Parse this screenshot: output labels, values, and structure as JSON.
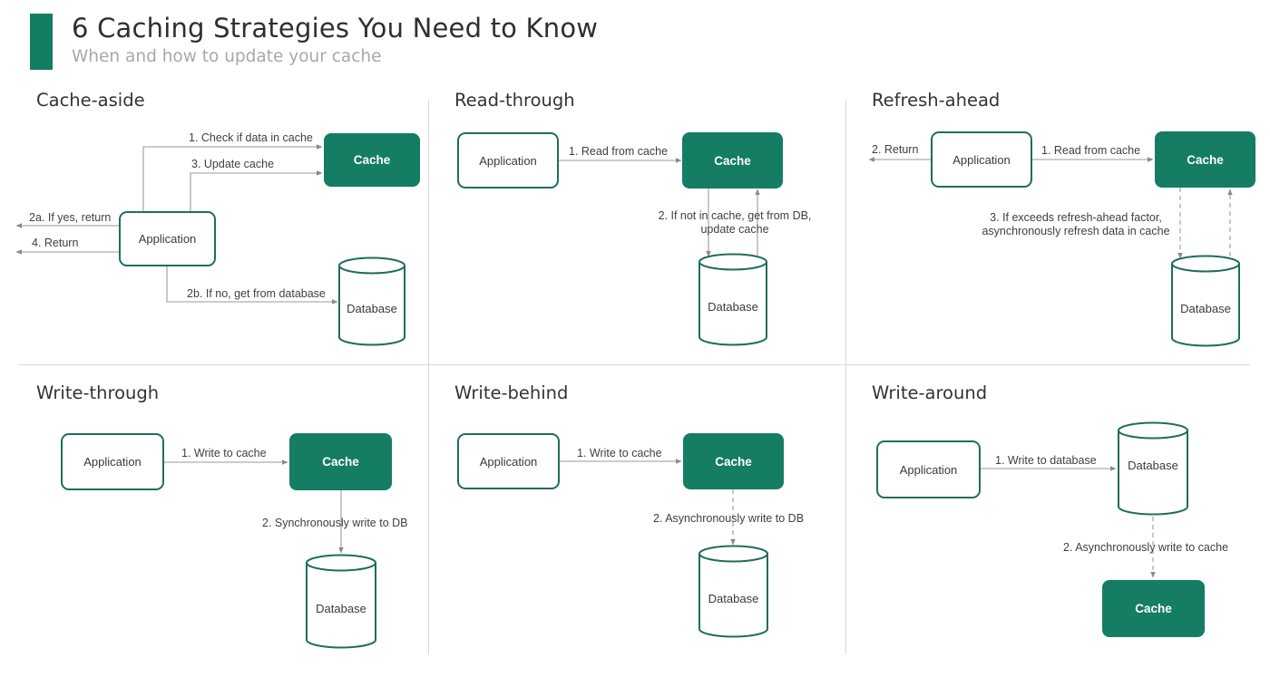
{
  "header": {
    "title": "6 Caching Strategies You Need to Know",
    "subtitle": "When and how to update your cache",
    "accent_color": "#147d64"
  },
  "colors": {
    "cache_fill": "#147d64",
    "node_border": "#1e6e5c",
    "arrow": "#9a9a9a",
    "divider": "#d8d8d8",
    "title_text": "#2f2f2f",
    "subtitle_text": "#a8a8a8"
  },
  "panels": {
    "cache_aside": {
      "title": "Cache-aside",
      "nodes": {
        "application": "Application",
        "cache": "Cache",
        "database": "Database"
      },
      "steps": {
        "s1": "1. Check if data in cache",
        "s3": "3. Update cache",
        "s2a": "2a. If yes, return",
        "s4": "4. Return",
        "s2b": "2b. If no, get from database"
      }
    },
    "read_through": {
      "title": "Read-through",
      "nodes": {
        "application": "Application",
        "cache": "Cache",
        "database": "Database"
      },
      "steps": {
        "s1": "1. Read from cache",
        "s2_line1": "2. If not in cache, get from DB,",
        "s2_line2": "update cache"
      }
    },
    "refresh_ahead": {
      "title": "Refresh-ahead",
      "nodes": {
        "application": "Application",
        "cache": "Cache",
        "database": "Database"
      },
      "steps": {
        "s2": "2. Return",
        "s1": "1. Read from cache",
        "s3_line1": "3. If exceeds refresh-ahead factor,",
        "s3_line2": "asynchronously refresh data in cache"
      }
    },
    "write_through": {
      "title": "Write-through",
      "nodes": {
        "application": "Application",
        "cache": "Cache",
        "database": "Database"
      },
      "steps": {
        "s1": "1. Write to cache",
        "s2": "2. Synchronously write to DB"
      }
    },
    "write_behind": {
      "title": "Write-behind",
      "nodes": {
        "application": "Application",
        "cache": "Cache",
        "database": "Database"
      },
      "steps": {
        "s1": "1. Write to cache",
        "s2": "2. Asynchronously write to DB"
      }
    },
    "write_around": {
      "title": "Write-around",
      "nodes": {
        "application": "Application",
        "cache": "Cache",
        "database": "Database"
      },
      "steps": {
        "s1": "1. Write to database",
        "s2": "2. Asynchronously write to cache"
      }
    }
  }
}
